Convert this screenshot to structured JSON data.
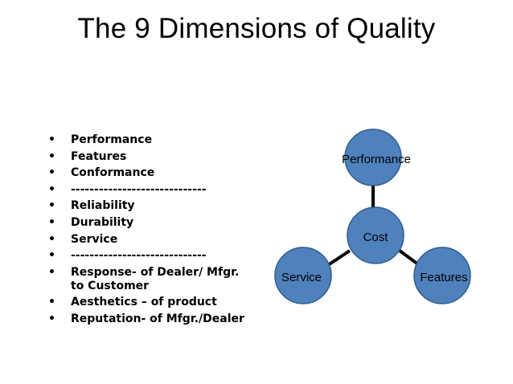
{
  "slide": {
    "title": "The 9 Dimensions of Quality"
  },
  "bullets": [
    "Performance",
    "Features",
    "Conformance",
    "-----------------------------",
    "Reliability",
    "Durability",
    "Service",
    "-----------------------------",
    "Response- of  Dealer/ Mfgr. to Customer",
    "Aesthetics – of product",
    "Reputation- of Mfgr./Dealer"
  ],
  "bullet_symbol": "•",
  "diagram": {
    "center": "Cost",
    "top": "Performance",
    "left": "Service",
    "right": "Features",
    "node_fill": "#4f81bd",
    "node_stroke": "#2f5d8c",
    "line_color": "#000000"
  }
}
